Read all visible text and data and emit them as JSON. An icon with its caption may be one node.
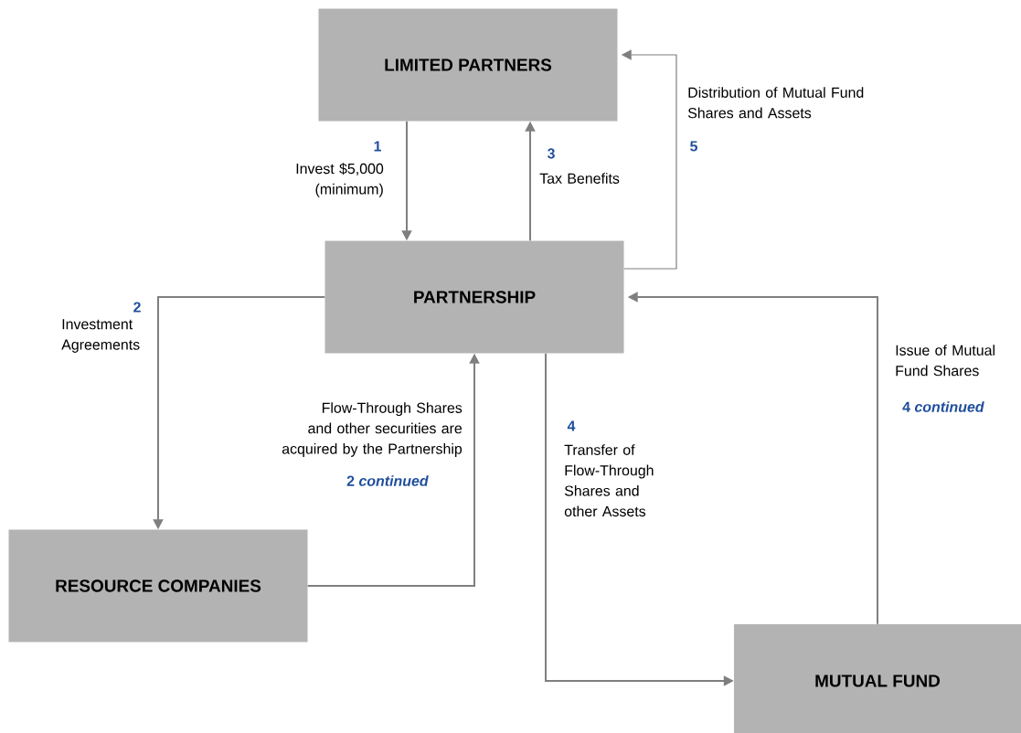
{
  "diagram": {
    "nodes": [
      {
        "text": [
          "LIMITED PARTNERS"
        ]
      },
      {
        "text": [
          "PARTNERSHIP"
        ]
      },
      {
        "text": [
          "RESOURCE COMPANIES"
        ]
      },
      {
        "text": [
          "MUTUAL FUND"
        ]
      }
    ],
    "edges": [
      {
        "from": 0,
        "to": 1,
        "arrow": "to",
        "label": "Invest $5,000 (minimum)"
      },
      {
        "from": 1,
        "to": 0,
        "arrow": "to",
        "label": "Tax Benefits"
      },
      {
        "from": 1,
        "to": 0,
        "arrow": "to",
        "label": "Distribution of Mutual Fund Shares and Assets"
      },
      {
        "from": 1,
        "to": 2,
        "arrow": "to",
        "label": "Investment Agreements"
      },
      {
        "from": 2,
        "to": 1,
        "arrow": "to",
        "label": "Flow-Through Shares and other securities are acquired by the Partnership"
      },
      {
        "from": 1,
        "to": 3,
        "arrow": "to",
        "label": "Transfer of Flow-Through Shares and other Assets"
      },
      {
        "from": 3,
        "to": 1,
        "arrow": "to",
        "label": "Issue of Mutual Fund Shares"
      }
    ],
    "labels": [
      "1",
      "3",
      "5",
      "2",
      "2 *continued*",
      "4",
      "4 *continued*"
    ]
  }
}
